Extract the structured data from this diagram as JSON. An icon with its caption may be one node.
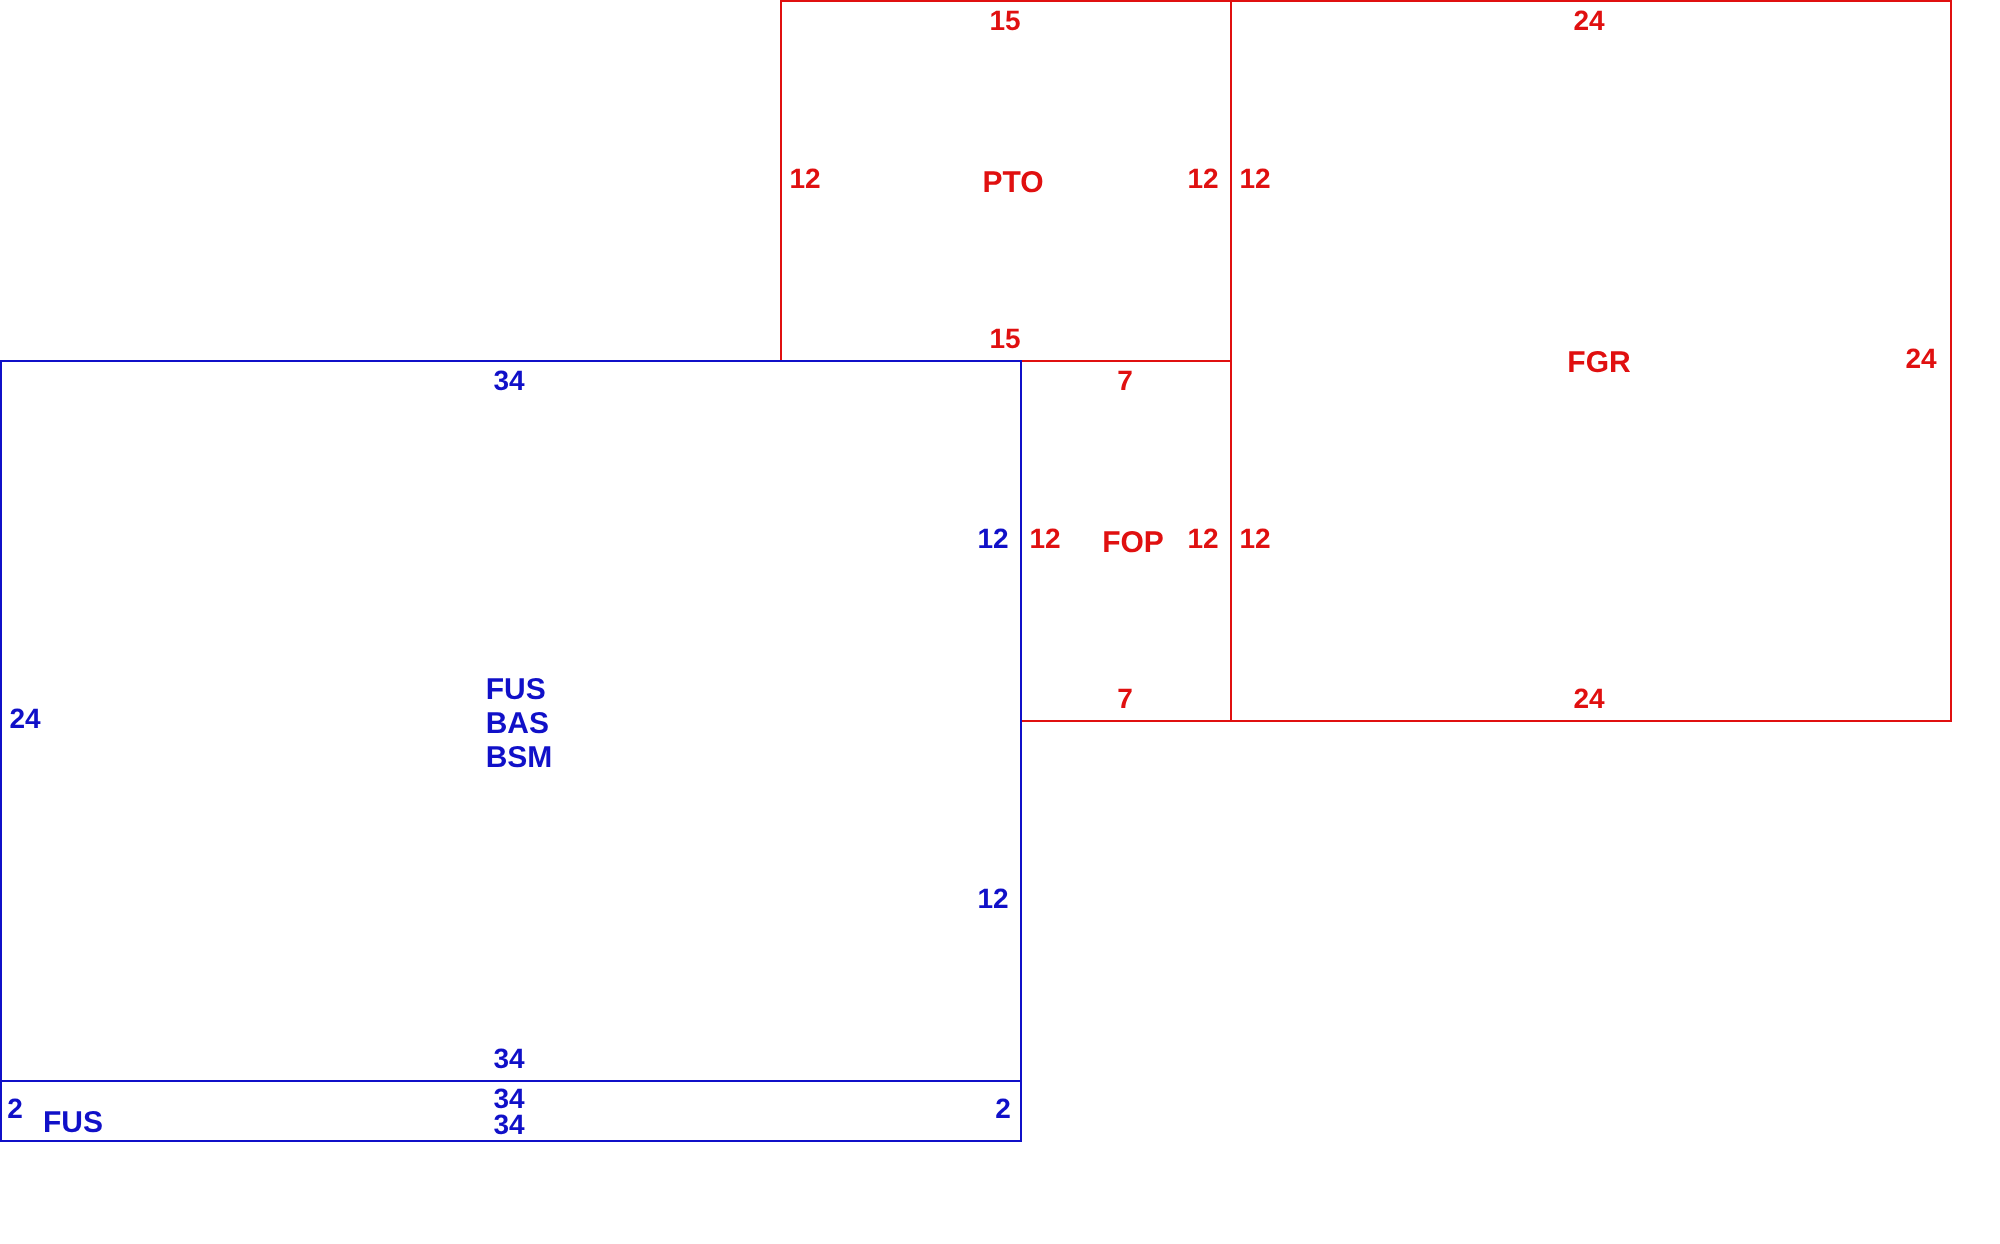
{
  "diagram": {
    "nodes": [
      {
        "text": [
          "15",
          "12",
          "PTO",
          "12",
          "15"
        ]
      },
      {
        "text": [
          "24",
          "12",
          "FGR",
          "24",
          "12",
          "24"
        ]
      },
      {
        "text": [
          "7",
          "12",
          "FOP",
          "12",
          "7"
        ]
      },
      {
        "text": [
          "34",
          "12",
          "24",
          "FUS BAS BSM",
          "12",
          "34"
        ]
      },
      {
        "text": [
          "2",
          "34",
          "34",
          "2",
          "FUS"
        ]
      }
    ]
  }
}
